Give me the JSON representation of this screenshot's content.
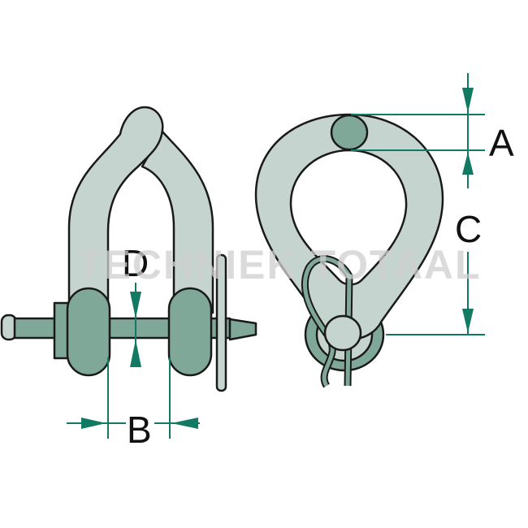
{
  "diagram": {
    "subject": "twisted shackle with bolt and cotter clip",
    "views": [
      "front-view",
      "side-view"
    ],
    "dimension_labels": {
      "A": "A",
      "B": "B",
      "C": "C",
      "D": "D"
    },
    "watermark": "TECHNIEK TOTAAL",
    "colors": {
      "body_light": "#c6d4cf",
      "body_dark": "#7fa898",
      "outline": "#1a1a1a",
      "dimension_line": "#127a63",
      "background": "#ffffff"
    }
  }
}
